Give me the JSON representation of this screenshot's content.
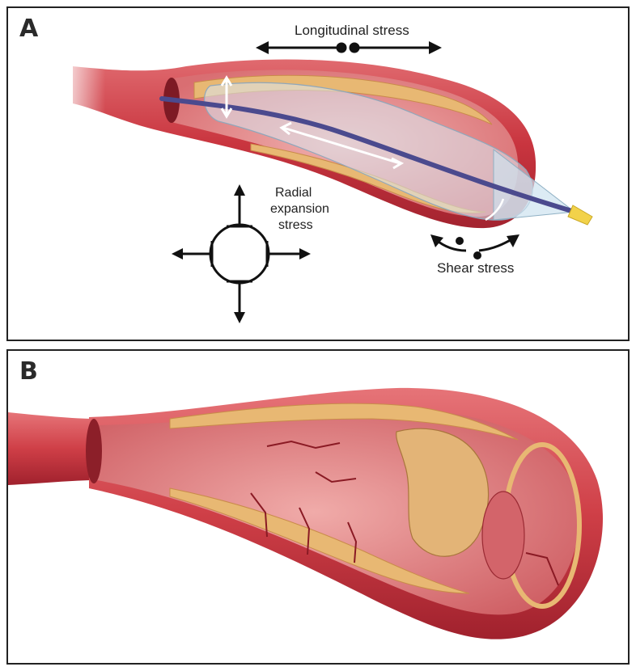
{
  "panel_a": {
    "letter": "A",
    "labels": {
      "longitudinal": "Longitudinal stress",
      "radial_1": "Radial",
      "radial_2": "expansion",
      "radial_3": "stress",
      "shear": "Shear stress"
    }
  },
  "panel_b": {
    "letter": "B"
  },
  "colors": {
    "vessel_outer": "#c9353f",
    "vessel_dark": "#9e2230",
    "vessel_lumen": "#e38a8c",
    "plaque": "#e8b873",
    "plaque_light": "#f3d49c",
    "catheter": "#4b4a8e",
    "balloon": "#dbe8f0",
    "tip": "#f2d24a"
  }
}
